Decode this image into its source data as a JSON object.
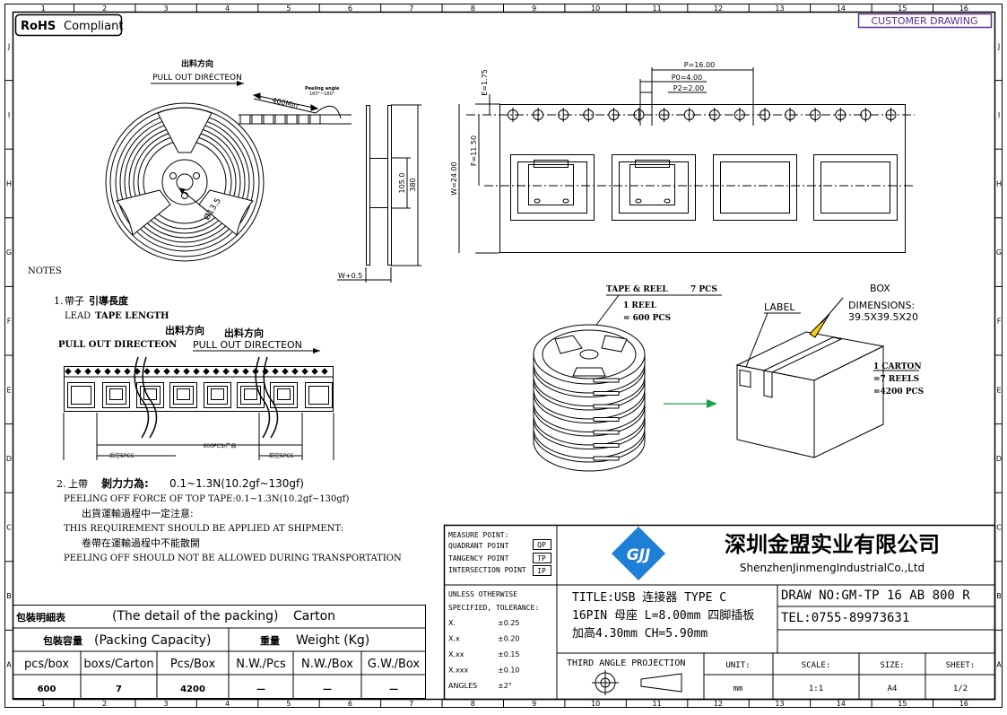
{
  "grid": {
    "cols": [
      "1",
      "2",
      "3",
      "4",
      "5",
      "6",
      "7",
      "8",
      "9",
      "10",
      "11",
      "12",
      "13",
      "14",
      "15",
      "16"
    ],
    "rows": [
      "J",
      "I",
      "H",
      "G",
      "F",
      "E",
      "D",
      "C",
      "B",
      "A"
    ]
  },
  "badges": {
    "rohs": "RoHS",
    "compliant": "Compliant",
    "customer": "CUSTOMER DRAWING"
  },
  "reel": {
    "dir_cn": "出料方向",
    "dir_en": "PULL OUT DIRECTEON",
    "len": "400Min",
    "peel1": "Peeling angle",
    "peel2": "165°~180°",
    "hub": "Ø13.5",
    "dim_inner": "105.0",
    "dim_outer": "380",
    "dim_w": "W+0.5"
  },
  "tape": {
    "e": "E=1.75",
    "p": "P=16.00",
    "p0": "P0=4.00",
    "p2": "P2=2.00",
    "f": "F=11.50",
    "w": "W=24.00"
  },
  "notes": {
    "title": "NOTES",
    "n1_num": "1.",
    "n1_cn1": "帶子",
    "n1_cn2": "引導長度",
    "n1_en1": "LEAD",
    "n1_en2": "TAPE LENGTH",
    "dir_cn_a": "出料方向",
    "dir_en_a": "PULL OUT DIRECTEON",
    "dir_cn_b": "出料方向",
    "dir_en_b": "PULL  OUT DIRECTEON",
    "empty_rear": "后空5PCS",
    "qty": "600PCS/产品",
    "empty_front": "前空5PCS",
    "n2_num": "2.",
    "n2_cn1": "上帶",
    "n2_cn2": "剝力力為:",
    "n2_val": "0.1~1.3N(10.2gf~130gf)",
    "n2_en": "PEELING OFF FORCE OF TOP TAPE:0.1~1.3N(10.2gf~130gf)",
    "n3_cn": "出貨運輸過程中一定注意:",
    "n3_en": "THIS REQUIREMENT SHOULD BE APPLIED AT SHIPMENT:",
    "n4_cn": "卷帶在運輸過程中不能散開",
    "n4_en": "PEELING OFF SHOULD NOT BE ALLOWED DURING TRANSPORTATION"
  },
  "packing": {
    "tape_reel": "TAPE & REEL",
    "tape_reel_qty": "7 PCS",
    "reel_l1": "1 REEL",
    "reel_l2": "= 600 PCS",
    "label": "LABEL",
    "box": "BOX",
    "dims_l1": "DIMENSIONS:",
    "dims_l2": "39.5X39.5X20",
    "carton_l1": "1 CARTON",
    "carton_l2": "=7 REELS",
    "carton_l3": "=4200 PCS"
  },
  "packing_table": {
    "title_cn": "包裝明細表",
    "title_en": "(The detail of the packing)",
    "title_val": "Carton",
    "cap_cn": "包裝容量",
    "cap_en": "(Packing Capacity)",
    "wt_cn": "重量",
    "wt_en": "Weight (Kg)",
    "headers": [
      "pcs/box",
      "boxs/Carton",
      "Pcs/Box",
      "N.W./Pcs",
      "N.W./Box",
      "G.W./Box"
    ],
    "values": [
      "600",
      "7",
      "4200",
      "—",
      "—",
      "—"
    ]
  },
  "title_block": {
    "measure": "MEASURE POINT:",
    "quadrant": "QUADRANT POINT",
    "qp": "QP",
    "tangency": "TANGENCY POINT",
    "tp": "TP",
    "intersection": "INTERSECTION POINT",
    "ip": "IP",
    "company_cn": "深圳金盟实业有限公司",
    "company_en": "ShenzhenJinmengIndustrialCo.,Ltd",
    "logo_text": "GJJ",
    "unless1": "UNLESS OTHERWISE",
    "unless2": "SPECIFIED, TOLERANCE:",
    "tol_rows": [
      {
        "k": "X.",
        "v": "±0.25"
      },
      {
        "k": "X.x",
        "v": "±0.20"
      },
      {
        "k": "X.xx",
        "v": "±0.15"
      },
      {
        "k": "X.xxx",
        "v": "±0.10"
      },
      {
        "k": "ANGLES",
        "v": "±2°"
      }
    ],
    "title_l1": "TITLE:USB 连接器 TYPE C",
    "title_l2": "16PIN 母座 L=8.00mm 四脚插板",
    "title_l3": "加高4.30mm CH=5.90mm",
    "draw_no": "DRAW NO:GM-TP 16 AB 800 R",
    "tel": "TEL:0755-89973631",
    "third_angle": "THIRD ANGLE PROJECTION",
    "unit_h": "UNIT:",
    "unit_v": "mm",
    "scale_h": "SCALE:",
    "scale_v": "1:1",
    "size_h": "SIZE:",
    "size_v": "A4",
    "sheet_h": "SHEET:",
    "sheet_v": "1/2"
  },
  "colors": {
    "accent_blue": "#1e7fd6",
    "purple": "#5a2d91",
    "green": "#16a34a",
    "yellow": "#facc15"
  }
}
